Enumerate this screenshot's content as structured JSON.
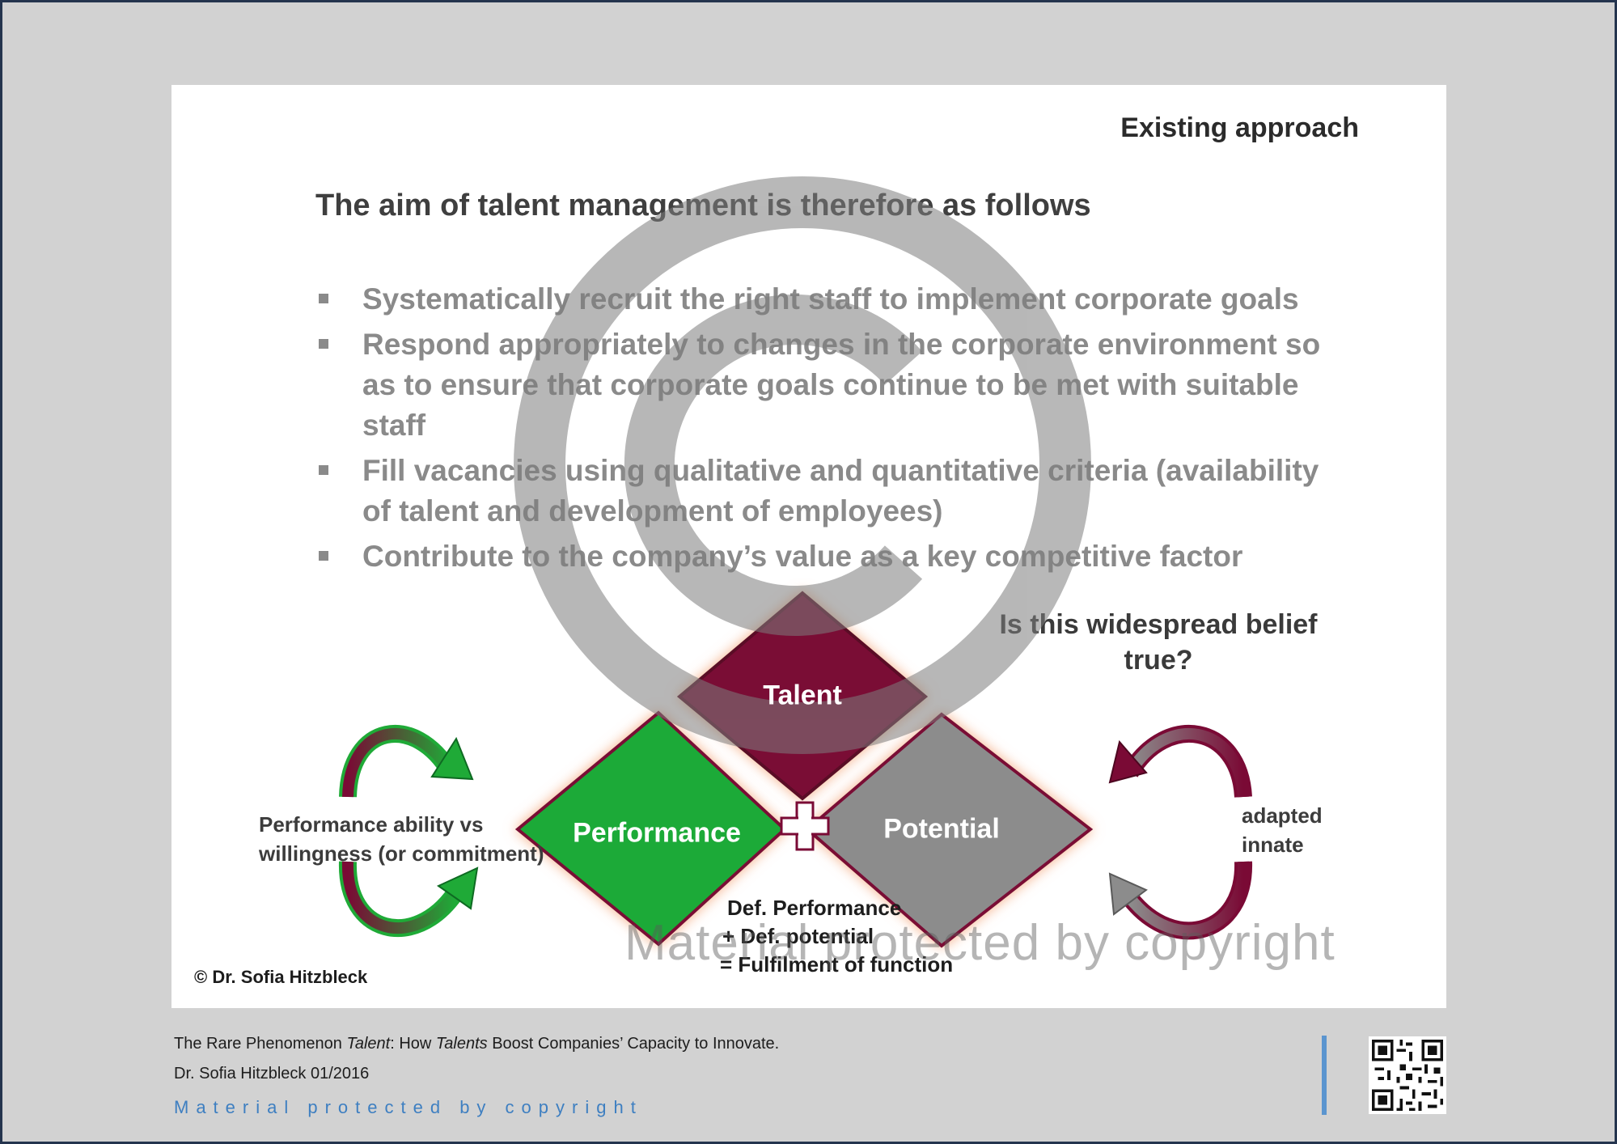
{
  "slide": {
    "label": "Existing approach",
    "title": "The aim of talent management is therefore as follows",
    "bullets": [
      "Systematically recruit the right staff to implement corporate goals",
      "Respond appropriately to changes in the corporate environment so as to ensure that corporate goals continue to be met with suitable staff",
      "Fill vacancies using qualitative and quantitative criteria (availability of talent and development of employees)",
      "Contribute to the company’s value as a key competitive factor"
    ],
    "question": "Is this widespread belief true?",
    "diagram": {
      "talent": "Talent",
      "performance": "Performance",
      "potential": "Potential",
      "left_label_line1": "Performance ability  vs",
      "left_label_line2": "willingness (or commitment)",
      "right_label_line1": "adapted",
      "right_label_line2": "innate",
      "def_line1": "Def. Performance",
      "def_line2": "+ Def. potential",
      "def_line3": "= Fulfilment of function"
    },
    "copyright": "© Dr. Sofia Hitzbleck",
    "watermark": "Material protected by copyright"
  },
  "footer": {
    "line1_a": "The Rare Phenomenon ",
    "line1_b": "Talent",
    "line1_c": ": How ",
    "line1_d": "Talents",
    "line1_e": " Boost Companies’ Capacity to Innovate.",
    "line2": "Dr. Sofia Hitzbleck 01/2016",
    "protected": "Material protected by copyright"
  },
  "colors": {
    "talent": "#7a0a35",
    "performance": "#1faa37",
    "potential": "#8c8c8c",
    "accent_blue": "#3e7fc1"
  },
  "icons": [
    "copyright-watermark-icon",
    "plus-icon",
    "circular-arrow-icon",
    "qr-code-icon"
  ]
}
